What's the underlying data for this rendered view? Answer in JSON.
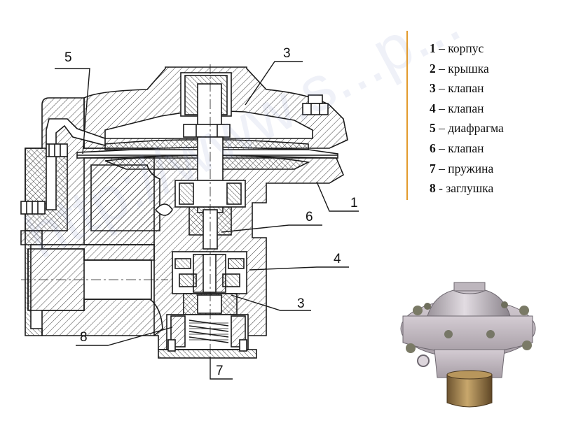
{
  "callouts": [
    {
      "id": "5",
      "label": "5"
    },
    {
      "id": "3-top",
      "label": "3"
    },
    {
      "id": "1",
      "label": "1"
    },
    {
      "id": "6",
      "label": "6"
    },
    {
      "id": "4",
      "label": "4"
    },
    {
      "id": "3-bottom",
      "label": "3"
    },
    {
      "id": "8",
      "label": "8"
    },
    {
      "id": "7",
      "label": "7"
    }
  ],
  "legend": [
    {
      "num": "1",
      "sep": " – ",
      "text": "корпус"
    },
    {
      "num": "2",
      "sep": " – ",
      "text": "крышка"
    },
    {
      "num": "3",
      "sep": " – ",
      "text": "клапан"
    },
    {
      "num": "4",
      "sep": " – ",
      "text": "клапан"
    },
    {
      "num": "5",
      "sep": " – ",
      "text": "диафрагма"
    },
    {
      "num": "6",
      "sep": " – ",
      "text": "клапан"
    },
    {
      "num": "7",
      "sep": " – ",
      "text": "пружина"
    },
    {
      "num": "8",
      "sep": " - ",
      "text": "заглушка"
    }
  ],
  "colors": {
    "line": "#1a1a1a",
    "hatch": "#2a2a2a",
    "accent": "#e39a2c",
    "photo_body": "#b9b2b8",
    "photo_brass": "#9a7a45"
  }
}
